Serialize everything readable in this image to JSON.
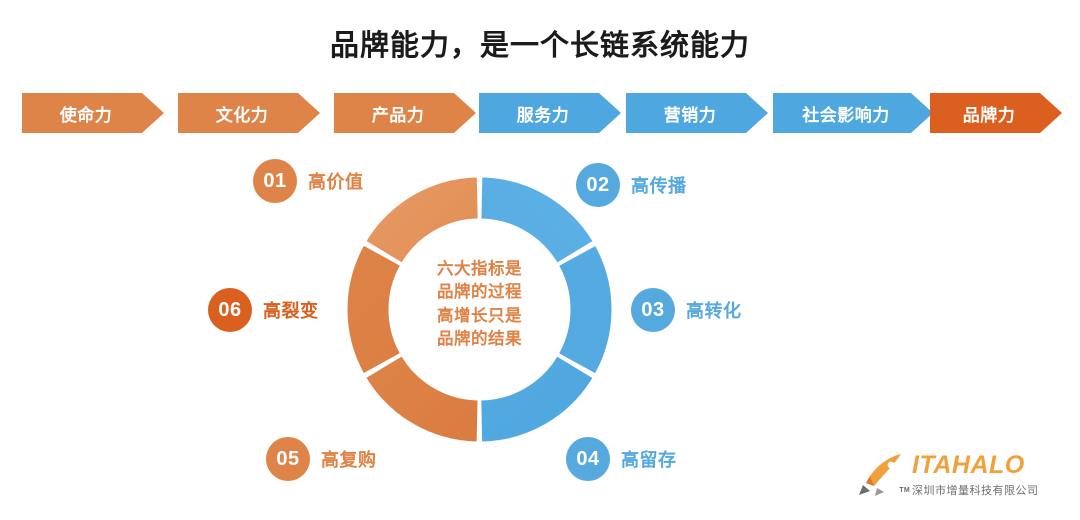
{
  "title": "品牌能力，是一个长链系统能力",
  "colors": {
    "orange": "#DE8449",
    "blue": "#4FA7DF",
    "deep_orange": "#DB601F",
    "label_orange": "#E08245",
    "label_blue": "#56A9DE",
    "title_black": "#1B1B1B",
    "logo_orange": "#F2A03C",
    "background": "#FFFFFF"
  },
  "chevrons": [
    {
      "label": "使命力",
      "color": "orange",
      "style": "chev-orange"
    },
    {
      "label": "文化力",
      "color": "orange",
      "style": "chev-orange"
    },
    {
      "label": "产品力",
      "color": "orange",
      "style": "chev-orange"
    },
    {
      "label": "服务力",
      "color": "blue",
      "style": "chev-blue"
    },
    {
      "label": "营销力",
      "color": "blue",
      "style": "chev-blue"
    },
    {
      "label": "社会影响力",
      "color": "blue",
      "style": "chev-blue"
    },
    {
      "label": "品牌力",
      "color": "deep",
      "style": "chev-deep"
    }
  ],
  "donut": {
    "center_lines": [
      "六大指标是",
      "品牌的过程",
      "高增长只是",
      "品牌的结果"
    ],
    "segments": [
      {
        "number": "01",
        "label": "高价值",
        "color": "orange"
      },
      {
        "number": "02",
        "label": "高传播",
        "color": "blue"
      },
      {
        "number": "03",
        "label": "高转化",
        "color": "blue"
      },
      {
        "number": "04",
        "label": "高留存",
        "color": "blue"
      },
      {
        "number": "05",
        "label": "高复购",
        "color": "orange"
      },
      {
        "number": "06",
        "label": "高裂变",
        "color": "orange"
      }
    ]
  },
  "markers": {
    "m01": {
      "number": "01",
      "label": "高价值"
    },
    "m02": {
      "number": "02",
      "label": "高传播"
    },
    "m03": {
      "number": "03",
      "label": "高转化"
    },
    "m04": {
      "number": "04",
      "label": "高留存"
    },
    "m05": {
      "number": "05",
      "label": "高复购"
    },
    "m06": {
      "number": "06",
      "label": "高裂变"
    }
  },
  "logo": {
    "name": "ITAHALO",
    "subtitle": "深圳市增量科技有限公司",
    "trademark": "TM",
    "icon": "rocket-icon"
  },
  "chart_data": {
    "type": "pie",
    "title": "六大指标",
    "categories": [
      "高价值",
      "高传播",
      "高转化",
      "高留存",
      "高复购",
      "高裂变"
    ],
    "values": [
      1,
      1,
      1,
      1,
      1,
      1
    ],
    "labels": [
      "01",
      "02",
      "03",
      "04",
      "05",
      "06"
    ],
    "colors": [
      "#DE8449",
      "#4FA7DF",
      "#4FA7DF",
      "#4FA7DF",
      "#DE8449",
      "#DE8449"
    ],
    "donut": true,
    "legend": "around-ring",
    "annotation": "六大指标是品牌的过程 高增长只是品牌的结果"
  }
}
